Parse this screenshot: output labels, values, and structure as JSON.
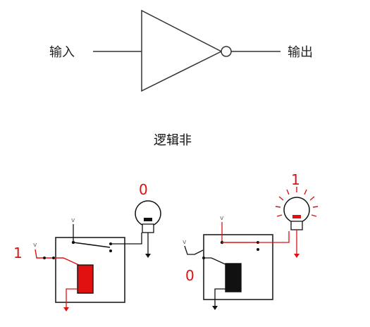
{
  "gate": {
    "input_label": "输入",
    "output_label": "输出",
    "title": "逻辑非"
  },
  "left_circuit": {
    "input_value": "1",
    "output_value": "0",
    "supply_mark": "v",
    "input_mark": "v"
  },
  "right_circuit": {
    "input_value": "0",
    "output_value": "1",
    "supply_mark": "v",
    "input_mark": "v"
  },
  "colors": {
    "active": "#e01010",
    "inactive": "#111111",
    "lamp_glow": "#e01010"
  }
}
